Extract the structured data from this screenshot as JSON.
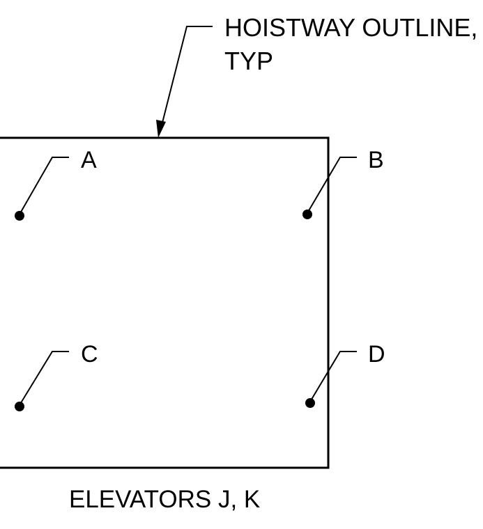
{
  "callout": {
    "line1": "HOISTWAY OUTLINE,",
    "line2": "TYP"
  },
  "points": {
    "a": "A",
    "b": "B",
    "c": "C",
    "d": "D"
  },
  "caption": "ELEVATORS J, K",
  "colors": {
    "ink": "#000000",
    "background": "#ffffff"
  }
}
